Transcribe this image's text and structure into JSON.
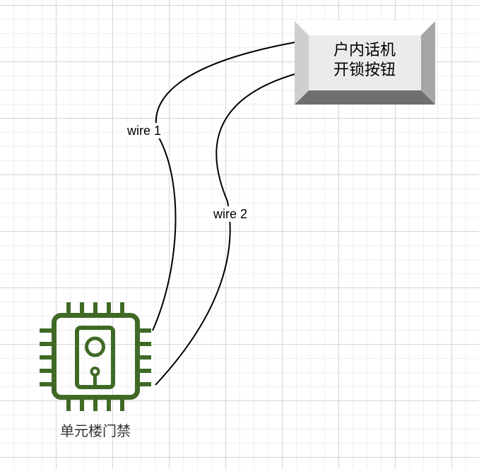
{
  "diagram": {
    "intercom_button": {
      "line1": "户内话机",
      "line2": "开锁按钮"
    },
    "door_controller": {
      "label": "单元楼门禁",
      "icon": "chip-lock-icon"
    },
    "wires": [
      {
        "label": "wire 1"
      },
      {
        "label": "wire 2"
      }
    ],
    "colors": {
      "chip_green": "#3f6a26",
      "button_face": "#ebebeb",
      "button_bevel_dark": "#6f6f6f",
      "button_bevel_mid": "#a6a6a6",
      "wire": "#000000"
    }
  }
}
